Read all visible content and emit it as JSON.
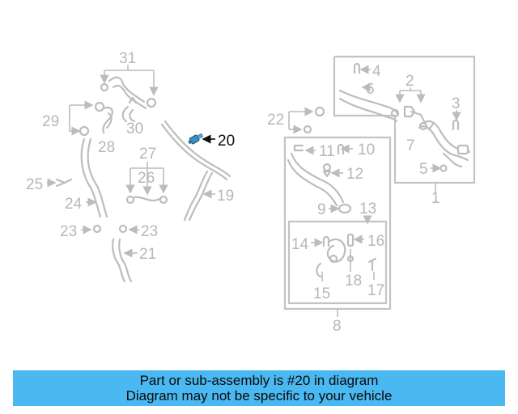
{
  "diagram": {
    "callouts": {
      "c1": "1",
      "c2": "2",
      "c3": "3",
      "c4": "4",
      "c5": "5",
      "c6": "6",
      "c7": "7",
      "c8": "8",
      "c9": "9",
      "c10": "10",
      "c11": "11",
      "c12": "12",
      "c13": "13",
      "c14": "14",
      "c15": "15",
      "c16": "16",
      "c17": "17",
      "c18": "18",
      "c19": "19",
      "c20": "20",
      "c21": "21",
      "c22": "22",
      "c23a": "23",
      "c23b": "23",
      "c24": "24",
      "c25": "25",
      "c26": "26",
      "c27": "27",
      "c28": "28",
      "c29": "29",
      "c30": "30",
      "c31": "31"
    },
    "highlight_color": "#3a8fc4"
  },
  "banner": {
    "line1": "Part or sub-assembly is #20 in diagram",
    "line2": "Diagram may not be specific to your vehicle",
    "color": "#4ab8f1"
  }
}
